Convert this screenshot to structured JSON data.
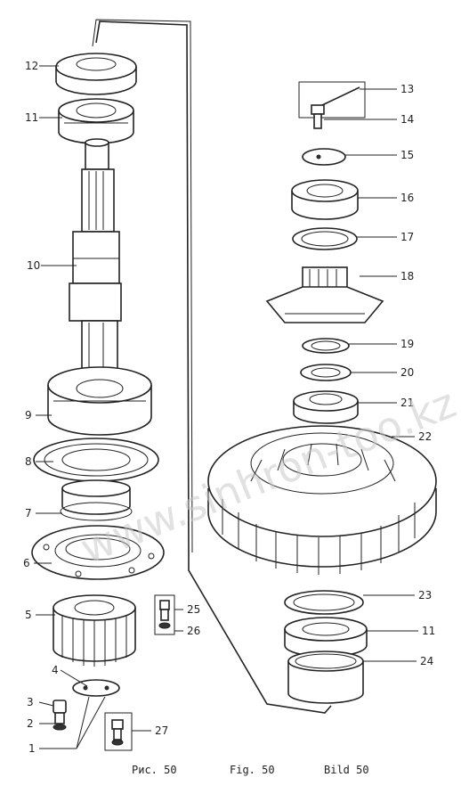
{
  "watermark": "www.sinhron-too.kz",
  "caption": {
    "ru": "Рис. 50",
    "en": "Fig. 50",
    "de": "Bild 50"
  },
  "callouts": [
    "1",
    "2",
    "3",
    "4",
    "5",
    "6",
    "7",
    "8",
    "9",
    "10",
    "11",
    "12",
    "13",
    "14",
    "15",
    "16",
    "17",
    "18",
    "19",
    "20",
    "21",
    "22",
    "23",
    "11",
    "24",
    "25",
    "26",
    "27"
  ]
}
